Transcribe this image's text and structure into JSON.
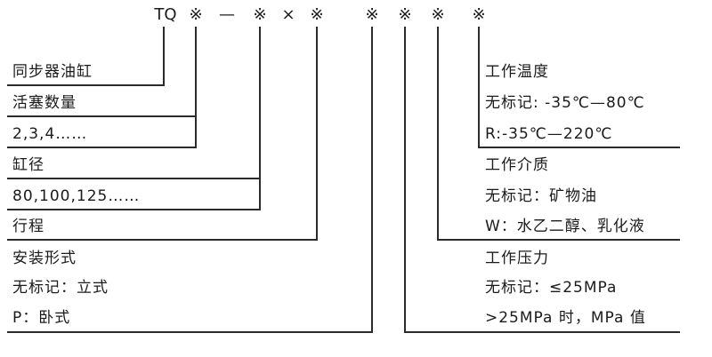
{
  "diagram": {
    "formula": {
      "prefix": "TQ",
      "symbols": [
        "※",
        "—",
        "※",
        "×",
        "※",
        "※",
        "※",
        "※",
        "※"
      ]
    },
    "left": {
      "product": "同步器油缸",
      "piston_label": "活塞数量",
      "piston_values": "2,3,4……",
      "bore_label": "缸径",
      "bore_values": "80,100,125……",
      "stroke_label": "行程",
      "mounting_label": "安装形式",
      "mounting_default": "无标记：立式",
      "mounting_p": "P：卧式"
    },
    "right": {
      "temp_label": "工作温度",
      "temp_default": "无标记: -35℃—80℃",
      "temp_r": "R:-35℃—220℃",
      "medium_label": "工作介质",
      "medium_default": "无标记：矿物油",
      "medium_w": "W：水乙二醇、乳化液",
      "pressure_label": "工作压力",
      "pressure_default": "无标记：≤25MPa",
      "pressure_over": ">25MPa 时，MPa 值"
    }
  }
}
